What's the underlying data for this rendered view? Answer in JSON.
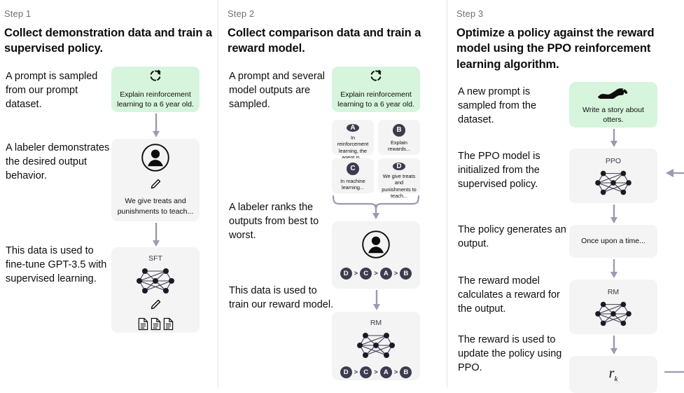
{
  "colors": {
    "green_card": "#d7f5dd",
    "gray_card": "#f4f4f4",
    "chip": "#3c3c4e",
    "arrow": "#9a9ab0",
    "divider": "#e3e3e3",
    "step_label": "#6e6e80"
  },
  "steps": [
    {
      "label": "Step 1",
      "title": "Collect demonstration data and train a supervised policy.",
      "descriptions": [
        "A prompt is sampled from our prompt dataset.",
        "A labeler demonstrates the desired output behavior.",
        "This data is used to fine-tune GPT-3.5 with supervised learning."
      ],
      "prompt_card": {
        "icon": "reload-icon",
        "text": "Explain reinforcement learning to a 6 year old."
      },
      "labeler_card": {
        "icon": "person-icon",
        "pencil": "pencil-icon",
        "text": "We give treats and punishments to teach..."
      },
      "model_card": {
        "title": "SFT",
        "icon": "neural-network-icon",
        "pencil": "pencil-icon",
        "docs": "documents-icon"
      }
    },
    {
      "label": "Step 2",
      "title": "Collect comparison data and train a reward model.",
      "descriptions": [
        "A prompt and several model outputs are sampled.",
        "A labeler ranks the outputs from best to worst.",
        "This data is used to train our reward model."
      ],
      "prompt_card": {
        "icon": "reload-icon",
        "text": "Explain reinforcement learning to a 6 year old."
      },
      "outputs": [
        {
          "letter": "A",
          "text": "In reinforcement learning, the agent is..."
        },
        {
          "letter": "B",
          "text": "Explain rewards..."
        },
        {
          "letter": "C",
          "text": "In machine learning..."
        },
        {
          "letter": "D",
          "text": "We give treats and punishments to teach..."
        }
      ],
      "ranking_card": {
        "icon": "person-icon",
        "ranking": [
          "D",
          "C",
          "A",
          "B"
        ],
        "separator": ">"
      },
      "model_card": {
        "title": "RM",
        "icon": "neural-network-icon",
        "ranking": [
          "D",
          "C",
          "A",
          "B"
        ],
        "separator": ">"
      }
    },
    {
      "label": "Step 3",
      "title": "Optimize a policy against the reward model using the PPO reinforcement learning algorithm.",
      "descriptions": [
        "A new prompt is sampled from the dataset.",
        "The PPO model is initialized from the supervised policy.",
        "The policy generates an output.",
        "The reward model calculates a reward for the output.",
        "The reward is used to update the policy using PPO."
      ],
      "prompt_card": {
        "icon": "otter-icon",
        "text": "Write a story about otters."
      },
      "ppo_card": {
        "title": "PPO",
        "icon": "neural-network-icon"
      },
      "output_card": {
        "text": "Once upon a time..."
      },
      "rm_card": {
        "title": "RM",
        "icon": "neural-network-icon"
      },
      "reward_card": {
        "symbol": "r",
        "subscript": "k"
      }
    }
  ]
}
